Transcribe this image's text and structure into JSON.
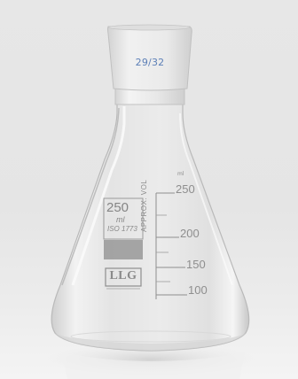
{
  "flask": {
    "joint_size": "29/32",
    "capacity": "250",
    "capacity_unit": "ml",
    "code": "ISO 1773",
    "scale_label": "APPROX. VOL",
    "scale_unit": "ml",
    "graduations": [
      "250",
      "200",
      "150",
      "100"
    ],
    "logo": "LLG"
  },
  "colors": {
    "background": "#e7e7e7",
    "print_blue": "#5c7fb7",
    "print_gray": "#8a8a8a"
  }
}
